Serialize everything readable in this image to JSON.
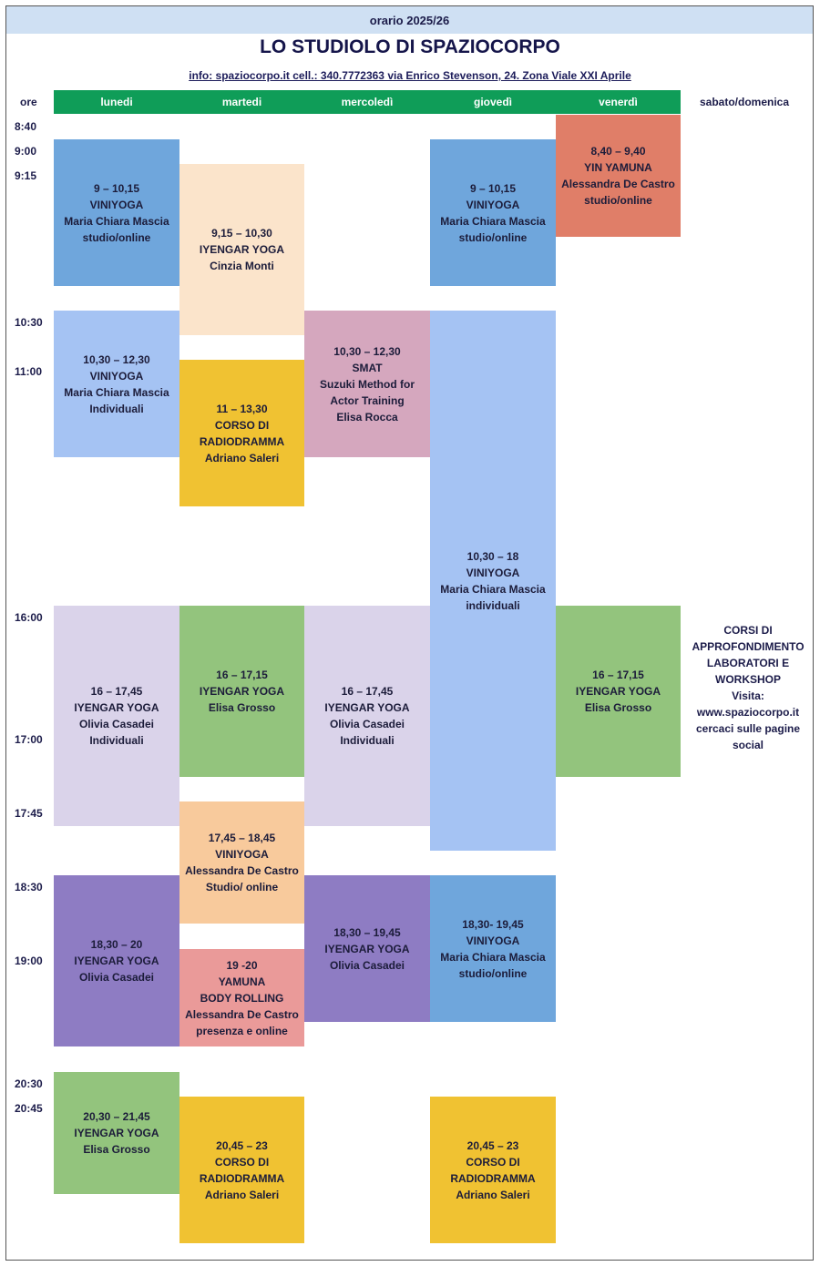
{
  "header": {
    "subtitle": "orario 2025/26",
    "title": "LO STUDIOLO DI SPAZIOCORPO",
    "info": "info: spaziocorpo.it cell.: 340.7772363 via Enrico Stevenson, 24. Zona Viale XXI Aprile"
  },
  "columns": {
    "ore": "ore",
    "days": [
      "lunedi",
      "martedi",
      "mercoledì",
      "giovedì",
      "venerdì"
    ],
    "weekend": "sabato/domenica"
  },
  "times": [
    "8:40",
    "9:00",
    "9:15",
    "10:30",
    "11:00",
    "16:00",
    "17:00",
    "17:45",
    "18:30",
    "19:00",
    "20:30",
    "20:45"
  ],
  "colors": {
    "header_green": "#0f9d58",
    "band": "#cfe0f3"
  },
  "classes": [
    {
      "day": "lunedi",
      "lines": [
        "9 – 10,15",
        "VINIYOGA",
        "Maria Chiara Mascia",
        "studio/online"
      ],
      "color": "#6fa6dc"
    },
    {
      "day": "martedi",
      "lines": [
        "9,15 – 10,30",
        "IYENGAR YOGA",
        "Cinzia Monti"
      ],
      "color": "#fbe4cb"
    },
    {
      "day": "venerdì",
      "lines": [
        "8,40 – 9,40",
        "YIN YAMUNA",
        "Alessandra De Castro",
        "studio/online"
      ],
      "color": "#e07e68"
    },
    {
      "day": "giovedì",
      "lines": [
        "9 – 10,15",
        "VINIYOGA",
        "Maria Chiara Mascia",
        "studio/online"
      ],
      "color": "#6fa6dc"
    },
    {
      "day": "lunedi",
      "lines": [
        "10,30 – 12,30",
        "VINIYOGA",
        "Maria Chiara Mascia",
        "Individuali"
      ],
      "color": "#a5c3f3"
    },
    {
      "day": "martedi",
      "lines": [
        "11 – 13,30",
        "CORSO DI",
        "RADIODRAMMA",
        "Adriano Saleri"
      ],
      "color": "#f0c232"
    },
    {
      "day": "mercoledì",
      "lines": [
        "10,30 – 12,30",
        "SMAT",
        "Suzuki Method for",
        "Actor Training",
        "Elisa Rocca"
      ],
      "color": "#d5a7be"
    },
    {
      "day": "giovedì",
      "lines": [
        "10,30 – 18",
        "VINIYOGA",
        "Maria Chiara Mascia",
        "individuali"
      ],
      "color": "#a5c3f3"
    },
    {
      "day": "lunedi",
      "lines": [
        "16 – 17,45",
        "IYENGAR YOGA",
        "Olivia Casadei",
        "Individuali"
      ],
      "color": "#dad3ea"
    },
    {
      "day": "martedi",
      "lines": [
        "16 – 17,15",
        "IYENGAR YOGA",
        "Elisa Grosso"
      ],
      "color": "#93c47d"
    },
    {
      "day": "mercoledì",
      "lines": [
        "16 – 17,45",
        "IYENGAR YOGA",
        "Olivia Casadei",
        "Individuali"
      ],
      "color": "#dad3ea"
    },
    {
      "day": "venerdì",
      "lines": [
        "16 – 17,15",
        "IYENGAR YOGA",
        "Elisa Grosso"
      ],
      "color": "#93c47d"
    },
    {
      "day": "martedi",
      "lines": [
        "17,45 – 18,45",
        "VINIYOGA",
        "Alessandra De Castro",
        "Studio/ online"
      ],
      "color": "#f8ca9c"
    },
    {
      "day": "lunedi",
      "lines": [
        "18,30 – 20",
        "IYENGAR YOGA",
        "Olivia Casadei"
      ],
      "color": "#8e7cc3"
    },
    {
      "day": "mercoledì",
      "lines": [
        "18,30 – 19,45",
        "IYENGAR YOGA",
        "Olivia Casadei"
      ],
      "color": "#8e7cc3"
    },
    {
      "day": "giovedì",
      "lines": [
        "18,30- 19,45",
        "VINIYOGA",
        "Maria Chiara Mascia",
        "studio/online"
      ],
      "color": "#6fa6dc"
    },
    {
      "day": "martedi",
      "lines": [
        "19 -20",
        "YAMUNA",
        "BODY ROLLING",
        "Alessandra De Castro",
        "presenza e online"
      ],
      "color": "#ea9a99"
    },
    {
      "day": "lunedi",
      "lines": [
        "20,30 – 21,45",
        "IYENGAR YOGA",
        "Elisa Grosso"
      ],
      "color": "#93c47d"
    },
    {
      "day": "martedi",
      "lines": [
        "20,45 – 23",
        "CORSO DI",
        "RADIODRAMMA",
        "Adriano Saleri"
      ],
      "color": "#f0c232"
    },
    {
      "day": "giovedì",
      "lines": [
        "20,45 – 23",
        "CORSO DI",
        "RADIODRAMMA",
        "Adriano Saleri"
      ],
      "color": "#f0c232"
    }
  ],
  "weekend_note": [
    "CORSI DI",
    "APPROFONDIMENTO",
    "LABORATORI E",
    "WORKSHOP",
    "Visita:",
    "www.spaziocorpo.it",
    "cercaci sulle pagine",
    "social"
  ]
}
